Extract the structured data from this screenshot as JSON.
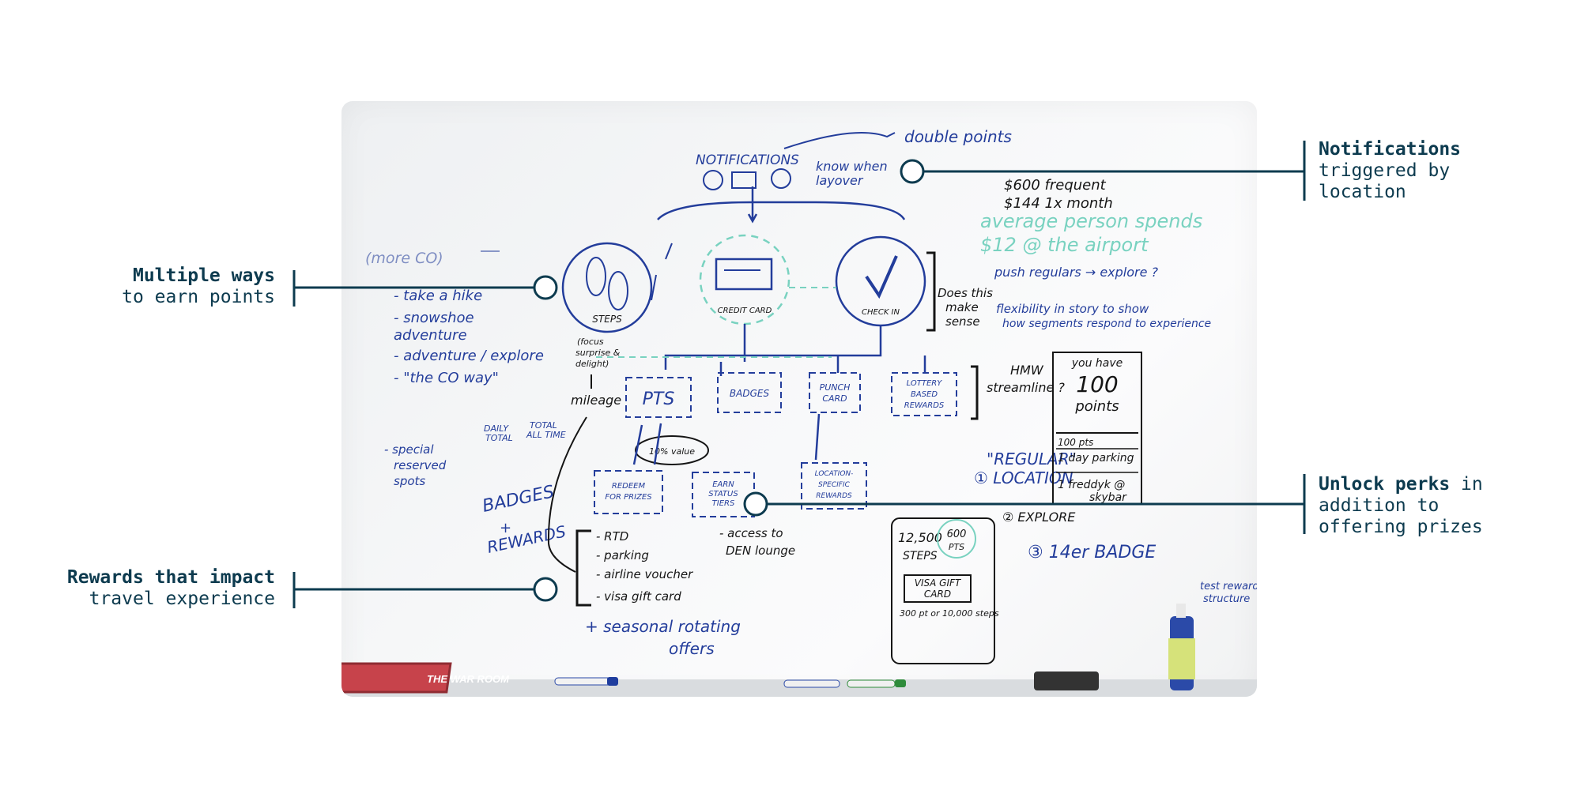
{
  "callouts": {
    "earn": {
      "strong": "Multiple ways",
      "rest": "to earn points"
    },
    "rewards": {
      "strong": "Rewards that impact",
      "rest": "travel experience"
    },
    "notifications": {
      "strong": "Notifications",
      "line2": "triggered by",
      "line3": "location"
    },
    "perks": {
      "strong": "Unlock perks",
      "line1_rest": " in",
      "line2": "addition to",
      "line3": "offering prizes"
    }
  },
  "whiteboard": {
    "notifications_label": "NOTIFICATIONS",
    "know_when_layover": [
      "know when",
      "layover"
    ],
    "double_points": "double points",
    "frequent": "$600 frequent",
    "month": "$144 1x month",
    "average_spend": [
      "average person spends",
      "$12 @ the airport"
    ],
    "more_co": "(more CO)",
    "earn_list": [
      "- take a hike",
      "- snowshoe",
      "  adventure",
      "- adventure / explore",
      "- \"the CO way\""
    ],
    "steps": "STEPS",
    "credit_card": "CREDIT CARD",
    "check_in": "CHECK IN",
    "does_this_make_sense": [
      "Does this",
      "make",
      "sense"
    ],
    "push_regulars": "push regulars → explore ?",
    "flexibility": [
      "flexibility in story to show",
      "how segments respond to experience"
    ],
    "focus_surprise": [
      "(focus",
      "surprise &",
      "delight)"
    ],
    "mileage": "mileage",
    "pts": "PTS",
    "badges": "BADGES",
    "punch_card": [
      "PUNCH",
      "CARD"
    ],
    "lottery": [
      "LOTTERY",
      "BASED",
      "REWARDS"
    ],
    "hmw": [
      "HMW",
      "streamline ?"
    ],
    "daily_total": [
      "DAILY",
      "TOTAL"
    ],
    "total_all_time": [
      "TOTAL",
      "ALL TIME"
    ],
    "ten_value": "10% value",
    "special_spots": [
      "- special",
      "reserved",
      "spots"
    ],
    "badges_rewards": [
      "BADGES",
      "+",
      "REWARDS"
    ],
    "redeem": [
      "REDEEM",
      "FOR PRIZES"
    ],
    "earn_status": [
      "EARN",
      "STATUS",
      "TIERS"
    ],
    "location_rewards": [
      "LOCATION-",
      "SPECIFIC",
      "REWARDS"
    ],
    "regular_location": [
      "\"REGULAR\"",
      "① LOCATION"
    ],
    "explore": "② EXPLORE",
    "fourteener": "③ 14er BADGE",
    "phone_top": [
      "you have",
      "100",
      "points"
    ],
    "phone_100pts": "100 pts",
    "phone_parking": "1 day parking",
    "phone_freddy": [
      "1 freddyk @",
      "skybar"
    ],
    "prize_list": [
      "- RTD",
      "- parking",
      "- airline voucher",
      "- visa gift card"
    ],
    "access_den": [
      "- access to",
      "DEN lounge"
    ],
    "steps_count": [
      "12,500",
      "STEPS"
    ],
    "pts_600": [
      "600",
      "PTS"
    ],
    "visa_gift": [
      "VISA GIFT",
      "CARD"
    ],
    "pts_for_steps": "300 pt or 10,000 steps",
    "seasonal": [
      "+ seasonal rotating",
      "offers"
    ],
    "test_reward": [
      "test reward",
      "structure"
    ],
    "war_room": "THE WAR ROOM"
  },
  "colors": {
    "callout_text": "#0d3b4f",
    "marker_blue": "#233d9b",
    "marker_black": "#151515",
    "marker_teal": "#79d2c0",
    "sign_red": "#c7434b"
  }
}
